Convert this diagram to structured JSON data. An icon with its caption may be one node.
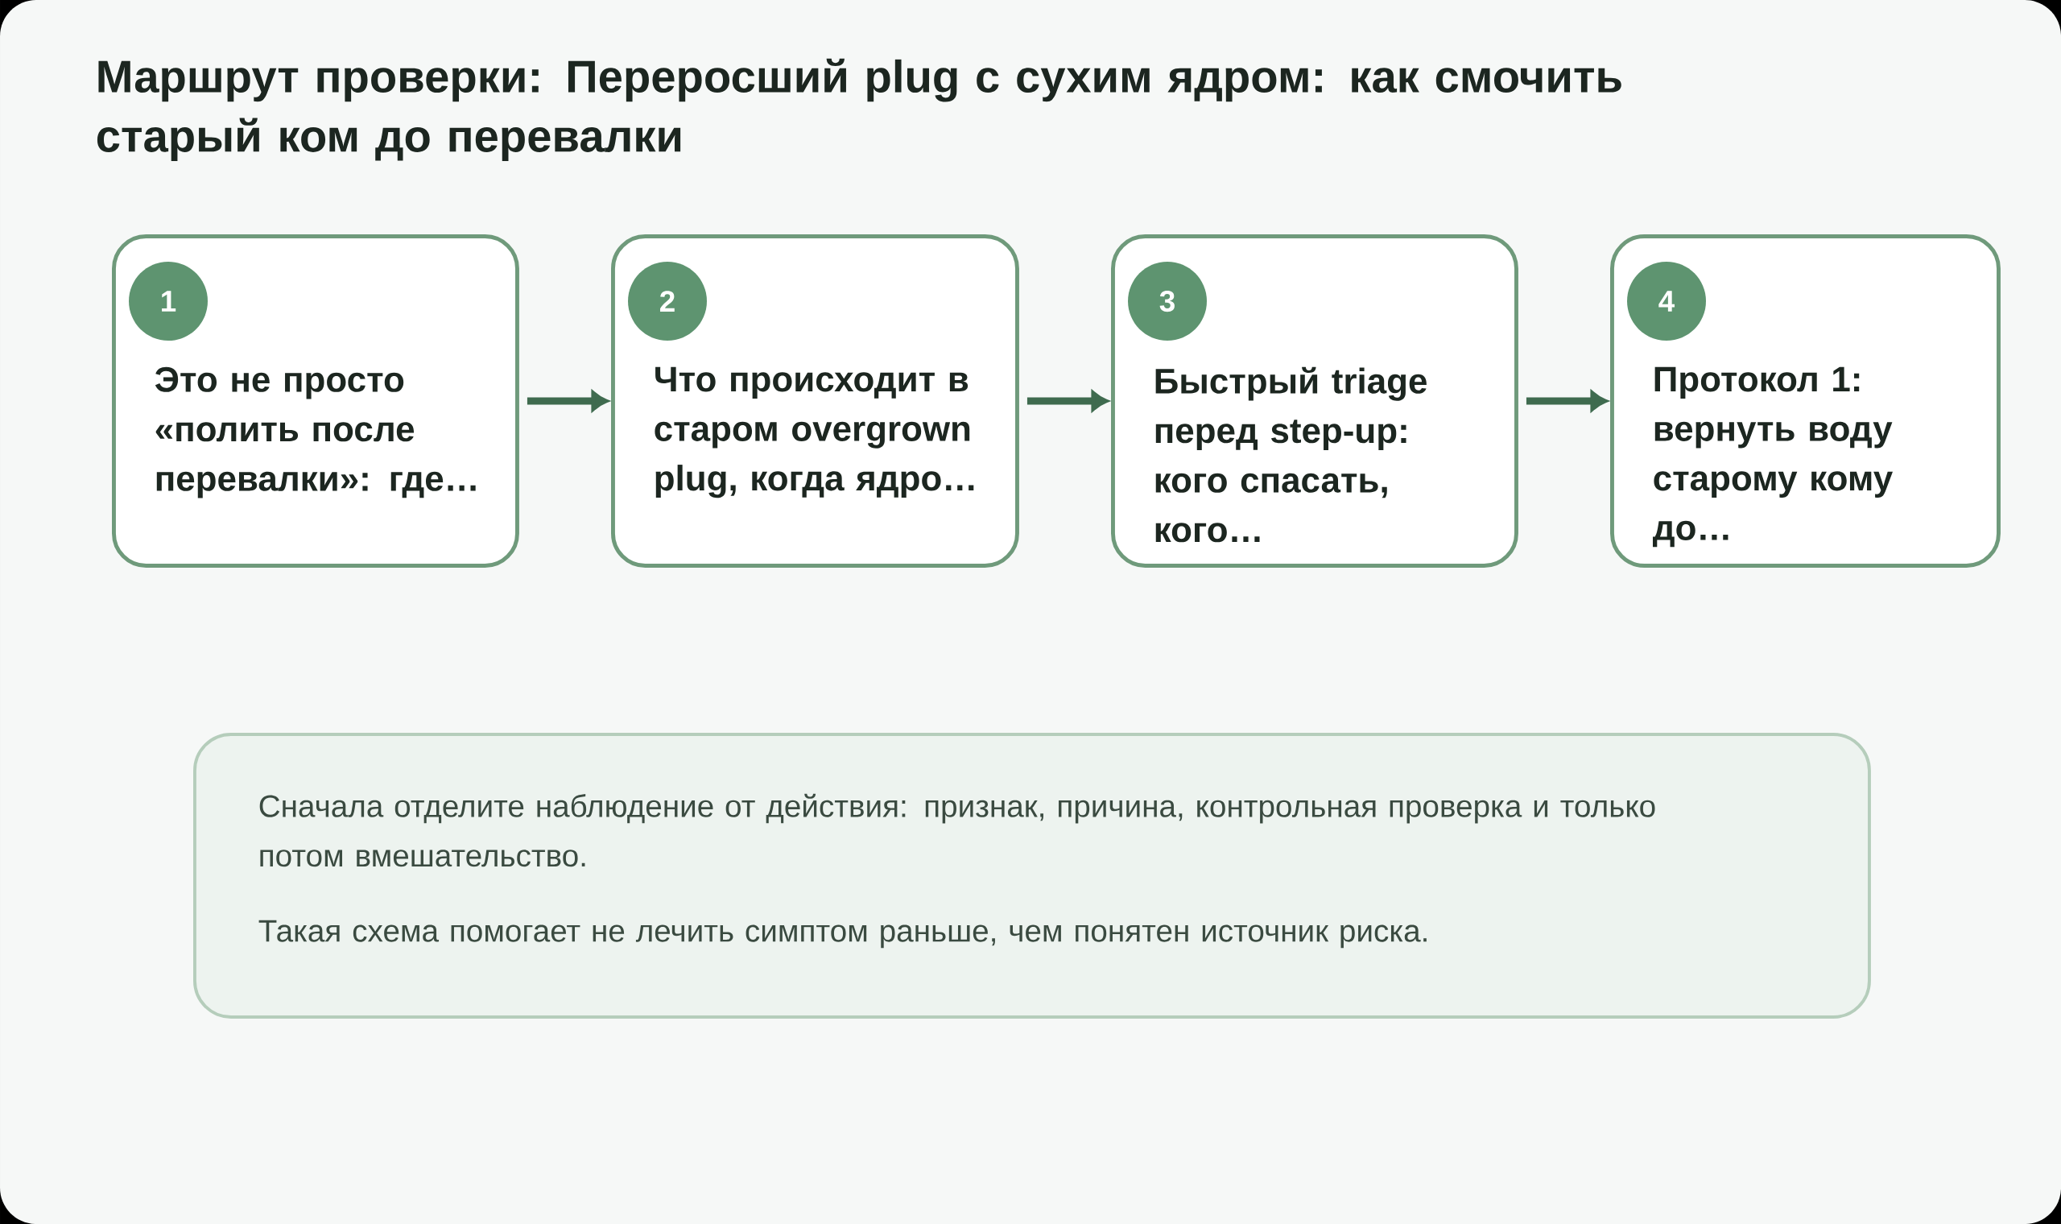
{
  "diagram": {
    "title": "Маршрут проверки: Переросший plug с сухим ядром: как смочить старый ком до перевалки",
    "nodes": [
      {
        "text": [
          "1",
          "Это не просто «полить после перевалки»: где…"
        ]
      },
      {
        "text": [
          "2",
          "Что происходит в старом overgrown plug, когда ядро…"
        ]
      },
      {
        "text": [
          "3",
          "Быстрый triage перед step-up: кого спасать, кого…"
        ]
      },
      {
        "text": [
          "4",
          "Протокол 1: вернуть воду старому кому до…"
        ]
      },
      {
        "text": [
          "Сначала отделите наблюдение от действия: признак, причина, контрольная проверка и только потом вмешательство.",
          "Такая схема помогает не лечить симптом раньше, чем понятен источник риска."
        ]
      }
    ],
    "edges": [
      {
        "from": 0,
        "to": 1,
        "arrow": "to"
      },
      {
        "from": 1,
        "to": 2,
        "arrow": "to"
      },
      {
        "from": 2,
        "to": 3,
        "arrow": "to"
      }
    ]
  }
}
